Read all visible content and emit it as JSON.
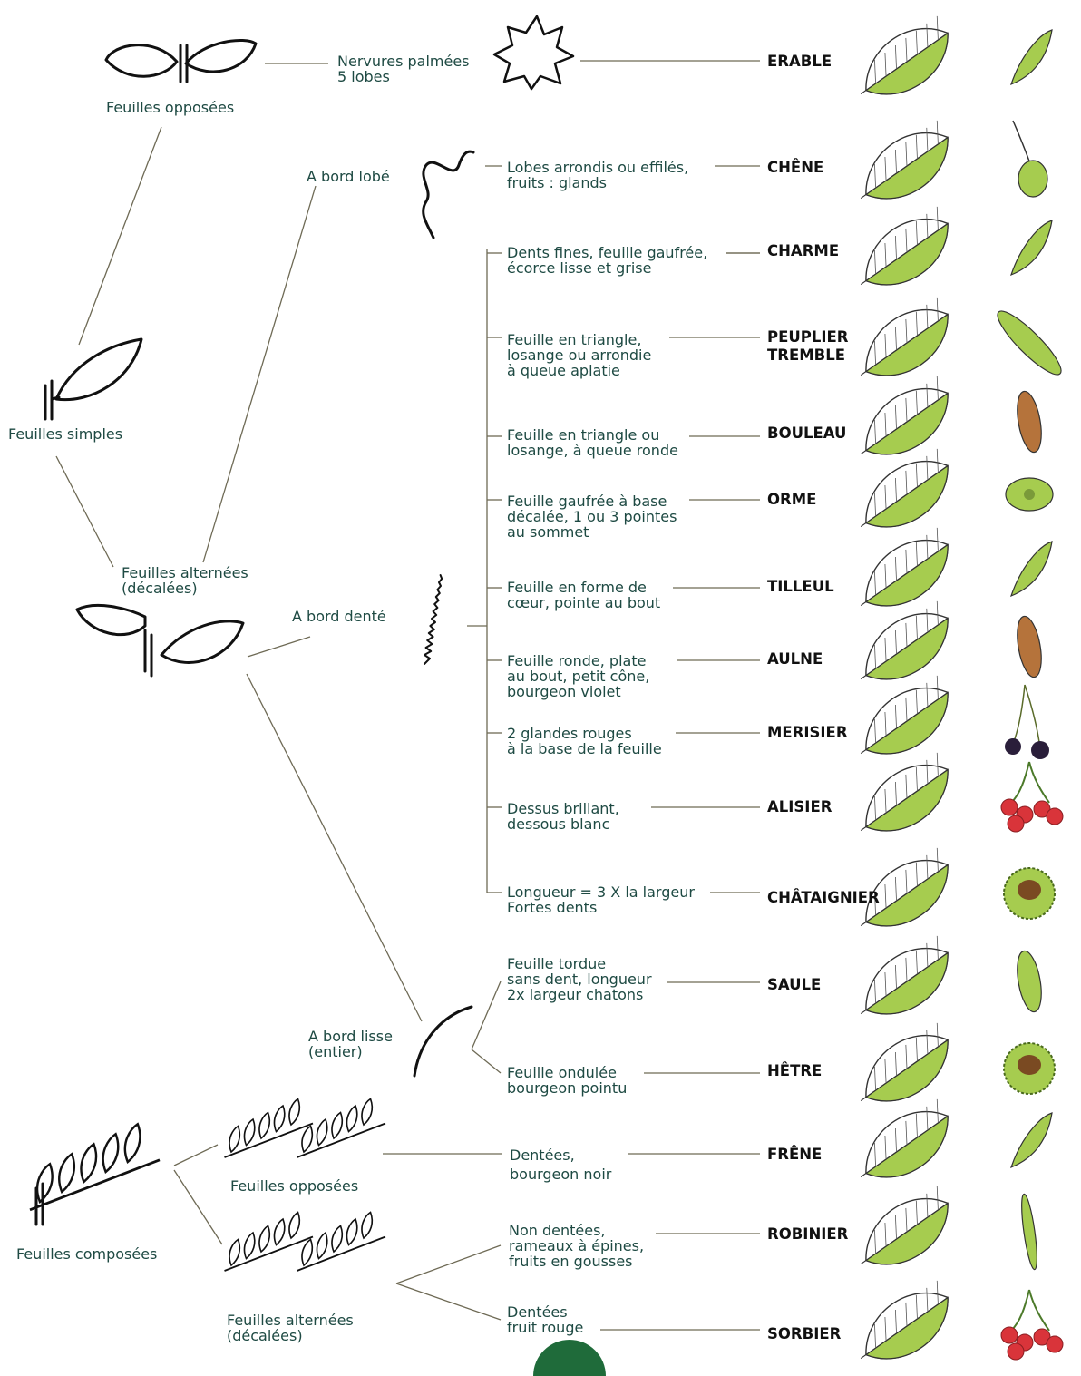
{
  "colors": {
    "line": "#6e6a55",
    "text": "#1e4a43",
    "species": "#111111",
    "leaf_green": "#a6cc4f",
    "leaf_dark": "#3f5f1f",
    "fruit_red": "#d9343a",
    "fruit_dark": "#2a1e3a",
    "catkin_brown": "#b5733b",
    "logo_green": "#1f6b3a"
  },
  "categories": {
    "opposees": "Feuilles opposées",
    "simples": "Feuilles simples",
    "alternees": "Feuilles alternées\n(décalées)",
    "bord_lobe": "A bord lobé",
    "bord_dente": "A bord denté",
    "bord_lisse": "A bord lisse\n(entier)",
    "composees": "Feuilles composées",
    "comp_opposees": "Feuilles opposées",
    "comp_alternees": "Feuilles alternées\n(décalées)"
  },
  "species": [
    {
      "desc": "Nervures palmées\n5 lobes",
      "name": "ERABLE",
      "icon": "maple-leaf-icon"
    },
    {
      "desc": "Lobes arrondis ou effilés,\nfruits : glands",
      "name": "CHÊNE",
      "icon": "oak-leaf-icon"
    },
    {
      "desc": "Dents fines, feuille gaufrée,\nécorce lisse et grise",
      "name": "CHARME",
      "icon": "hornbeam-leaf-icon"
    },
    {
      "desc": "Feuille en triangle,\nlosange ou arrondie\nà queue aplatie",
      "name": "PEUPLIER\nTREMBLE",
      "icon": "aspen-leaf-icon"
    },
    {
      "desc": "Feuille en triangle ou\nlosange, à queue ronde",
      "name": "BOULEAU",
      "icon": "birch-leaf-icon"
    },
    {
      "desc": "Feuille gaufrée à base\ndécalée, 1 ou 3 pointes\nau sommet",
      "name": "ORME",
      "icon": "elm-leaf-icon"
    },
    {
      "desc": "Feuille en forme de\ncœur, pointe au bout",
      "name": "TILLEUL",
      "icon": "linden-leaf-icon"
    },
    {
      "desc": "Feuille ronde, plate\nau bout, petit cône,\nbourgeon violet",
      "name": "AULNE",
      "icon": "alder-leaf-icon"
    },
    {
      "desc": "2 glandes rouges\nà la base de la feuille",
      "name": "MERISIER",
      "icon": "cherry-leaf-icon"
    },
    {
      "desc": "Dessus brillant,\ndessous blanc",
      "name": "ALISIER",
      "icon": "whitebeam-leaf-icon"
    },
    {
      "desc": "Longueur = 3 X la largeur\nFortes dents",
      "name": "CHÂTAIGNIER",
      "icon": "chestnut-leaf-icon"
    },
    {
      "desc": "Feuille tordue\nsans dent, longueur\n2x largeur chatons",
      "name": "SAULE",
      "icon": "willow-leaf-icon"
    },
    {
      "desc": "Feuille ondulée\nbourgeon pointu",
      "name": "HÊTRE",
      "icon": "beech-leaf-icon"
    },
    {
      "desc": "Dentées,\nbourgeon noir",
      "name": "FRÊNE",
      "icon": "ash-leaf-icon"
    },
    {
      "desc": "Non dentées,\nrameaux à épines,\nfruits en gousses",
      "name": "ROBINIER",
      "icon": "locust-leaf-icon"
    },
    {
      "desc": "Dentées\nfruit rouge",
      "name": "SORBIER",
      "icon": "rowan-leaf-icon"
    }
  ]
}
